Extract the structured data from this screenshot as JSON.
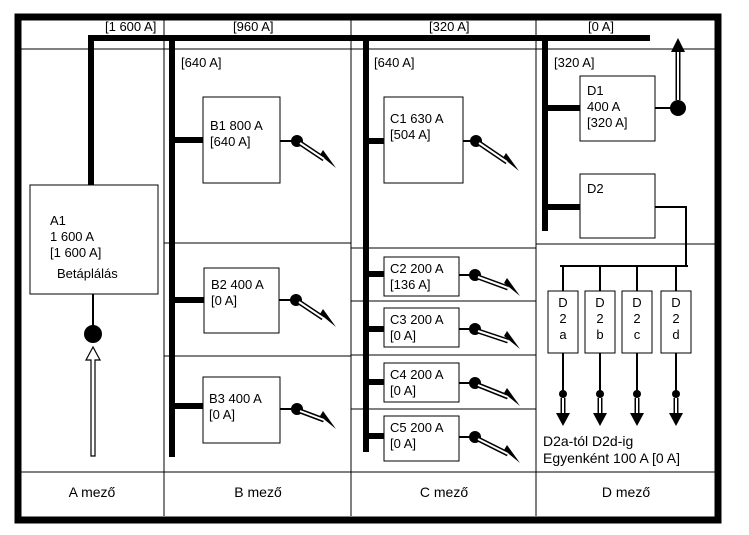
{
  "top_labels": {
    "a": "[1 600 A]",
    "b": "[960 A]",
    "c": "[320 A]",
    "d": "[0 A]"
  },
  "bus_labels": {
    "b": "[640 A]",
    "c": "[640 A]",
    "d": "[320 A]"
  },
  "boxes": {
    "a1": [
      "A1",
      "1 600 A",
      "[1 600 A]",
      "Betáplálás"
    ],
    "b1": [
      "B1 800 A",
      "[640 A]"
    ],
    "b2": [
      "B2 400 A",
      "[0 A]"
    ],
    "b3": [
      "B3 400 A",
      "[0 A]"
    ],
    "c1": [
      "C1 630 A",
      "[504 A]"
    ],
    "c2": [
      "C2 200 A",
      "[136 A]"
    ],
    "c3": [
      "C3 200 A",
      "[0 A]"
    ],
    "c4": [
      "C4 200 A",
      "[0 A]"
    ],
    "c5": [
      "C5 200 A",
      "[0 A]"
    ],
    "d1": [
      "D1",
      "400 A",
      "[320 A]"
    ],
    "d2": [
      "D2"
    ]
  },
  "sub_boxes": [
    [
      "D",
      "2",
      "a"
    ],
    [
      "D",
      "2",
      "b"
    ],
    [
      "D",
      "2",
      "c"
    ],
    [
      "D",
      "2",
      "d"
    ]
  ],
  "d_note": [
    "D2a-tól D2d-ig",
    "Egyenként 100 A [0 A]"
  ],
  "footer": [
    "A mező",
    "B mező",
    "C mező",
    "D mező"
  ]
}
